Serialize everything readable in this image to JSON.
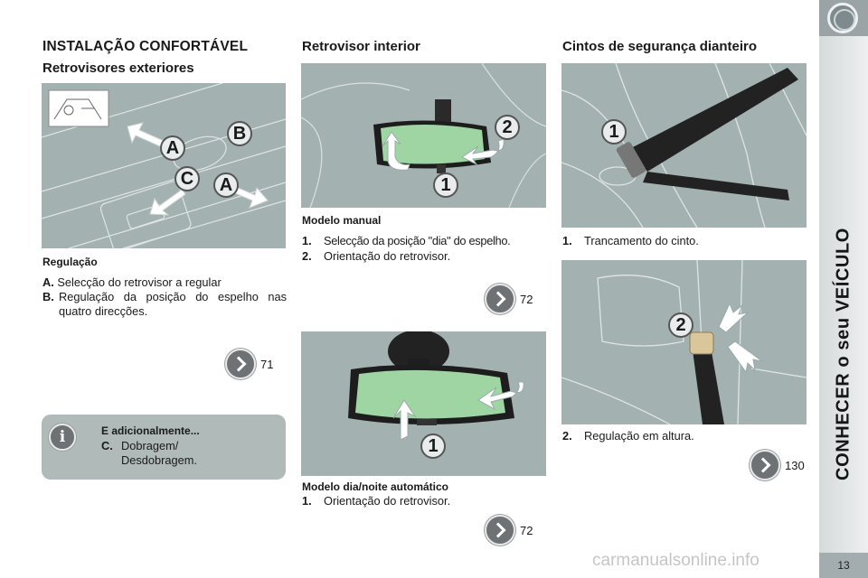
{
  "col1": {
    "title": "INSTALAÇÃO CONFORTÁVEL",
    "subtitle": "Retrovisores exteriores",
    "section_label": "Regulação",
    "items": [
      {
        "key": "A.",
        "text": "Selecção do retrovisor a regular"
      },
      {
        "key": "B.",
        "text": "Regulação da posição do espelho nas quatro direcções."
      }
    ],
    "ref": "71",
    "illus_labels": [
      "A",
      "B",
      "C",
      "A"
    ],
    "info": {
      "title": "E adicionalmente...",
      "key": "C.",
      "lines": [
        "Dobragem/",
        "Desdobragem."
      ]
    }
  },
  "col2": {
    "title": "Retrovisor interior",
    "manual": {
      "label": "Modelo manual",
      "items": [
        {
          "key": "1.",
          "text": "Selecção da posição \"dia\" do espelho."
        },
        {
          "key": "2.",
          "text": "Orientação do retrovisor."
        }
      ],
      "ref": "72",
      "illus_labels": [
        "1",
        "2"
      ]
    },
    "auto": {
      "label": "Modelo dia/noite automático",
      "items": [
        {
          "key": "1.",
          "text": "Orientação do retrovisor."
        }
      ],
      "ref": "72",
      "illus_labels": [
        "1"
      ]
    }
  },
  "col3": {
    "title": "Cintos de segurança dianteiro",
    "item1": {
      "key": "1.",
      "text": "Trancamento do cinto."
    },
    "item2": {
      "key": "2.",
      "text": "Regulação em altura."
    },
    "ref": "130",
    "illus1_labels": [
      "1"
    ],
    "illus2_labels": [
      "2"
    ]
  },
  "sidebar": {
    "title": "CONHECER o seu VEÍCULO",
    "page": "13"
  },
  "watermark": "carmanualsonline.info",
  "colors": {
    "photo_bg": "#a3b1b0",
    "info_bg": "#b0bab9",
    "ref_circle": "#6e7275",
    "mirror_glass": "#9fd4a3"
  }
}
